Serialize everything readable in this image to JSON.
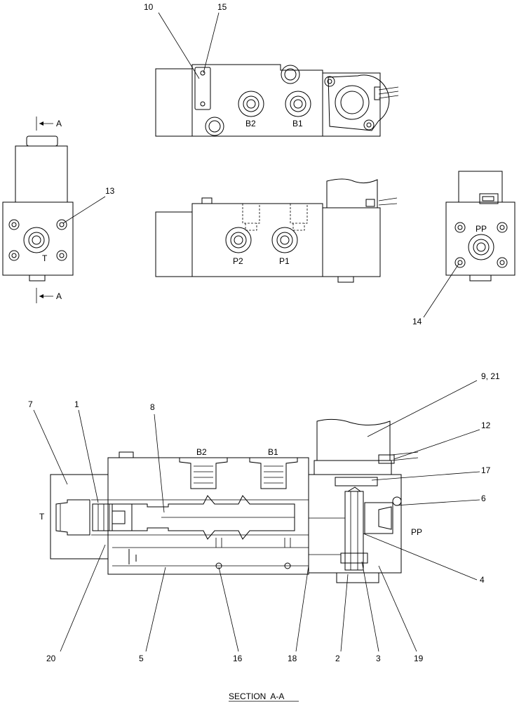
{
  "callouts": {
    "c10": "10",
    "c15": "15",
    "c13": "13",
    "c14": "14",
    "c9_21": "9, 21",
    "c12": "12",
    "c7": "7",
    "c1": "1",
    "c8": "8",
    "c17": "17",
    "c6": "6",
    "c4": "4",
    "c20": "20",
    "c5": "5",
    "c16": "16",
    "c18": "18",
    "c2": "2",
    "c3": "3",
    "c19": "19"
  },
  "ports": {
    "top_b2": "B2",
    "top_b1": "B1",
    "front_p2": "P2",
    "front_p1": "P1",
    "left_t": "T",
    "right_pp": "PP",
    "sec_b2": "B2",
    "sec_b1": "B1",
    "sec_t": "T",
    "sec_pp": "PP"
  },
  "section_marks": {
    "top": "A",
    "bottom": "A"
  },
  "section_title": "SECTION  A-A"
}
